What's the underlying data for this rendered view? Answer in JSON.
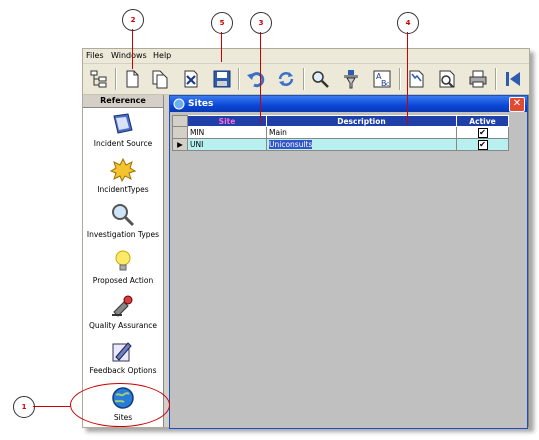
{
  "menubar": {
    "items": [
      "Files",
      "Windows",
      "Help"
    ]
  },
  "toolbar": {
    "buttons": [
      "hierarchy-icon",
      "new-icon",
      "copy-icon",
      "delete-icon",
      "save-icon",
      "undo-icon",
      "refresh-icon",
      "search-icon",
      "filter-icon",
      "sort-icon",
      "print-preview-icon",
      "report-icon",
      "printer-icon",
      "first-record-icon"
    ]
  },
  "sidebar": {
    "header": "Reference",
    "items": [
      {
        "label": "Incident Source",
        "icon": "notebook-icon"
      },
      {
        "label": "IncidentTypes",
        "icon": "explosion-icon"
      },
      {
        "label": "Investigation Types",
        "icon": "magnifier-icon"
      },
      {
        "label": "Proposed Action",
        "icon": "lightbulb-icon"
      },
      {
        "label": "Quality Assurance",
        "icon": "stamp-icon"
      },
      {
        "label": "Feedback Options",
        "icon": "pencil-paper-icon"
      },
      {
        "label": "Sites",
        "icon": "globe-icon"
      }
    ]
  },
  "child_window": {
    "title": "Sites",
    "close_glyph": "✕",
    "columns": {
      "site": "Site",
      "description": "Description",
      "active": "Active"
    },
    "rows": [
      {
        "site": "MIN",
        "description": "Main",
        "active": "✔",
        "current": false
      },
      {
        "site": "UNI",
        "description": "Uniconsults",
        "active": "✔",
        "current": true
      }
    ],
    "row_indicator": "▶"
  },
  "callouts": [
    "1",
    "2",
    "5",
    "3",
    "4"
  ],
  "colors": {
    "accent": "#c00000",
    "title_bar": "#0a46d6",
    "grid_header": "#1f40a8",
    "selected_row": "#b8f0f0"
  }
}
